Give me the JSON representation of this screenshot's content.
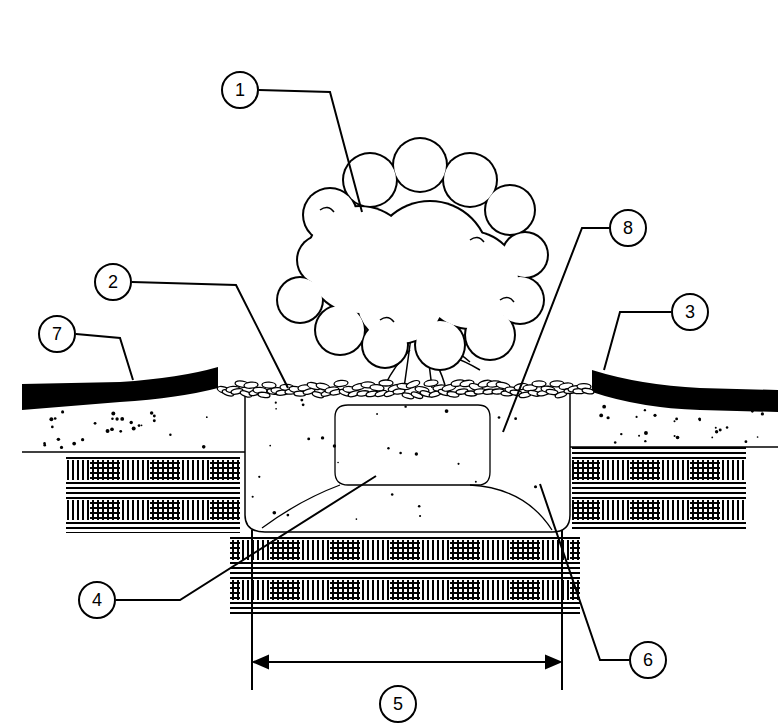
{
  "diagram": {
    "nodes": [
      {
        "text": [
          "1"
        ]
      },
      {
        "text": [
          "8"
        ]
      },
      {
        "text": [
          "2"
        ]
      },
      {
        "text": [
          "3"
        ]
      },
      {
        "text": [
          "7"
        ]
      },
      {
        "text": [
          "4"
        ]
      },
      {
        "text": [
          "6"
        ]
      },
      {
        "text": [
          "5"
        ]
      }
    ]
  }
}
